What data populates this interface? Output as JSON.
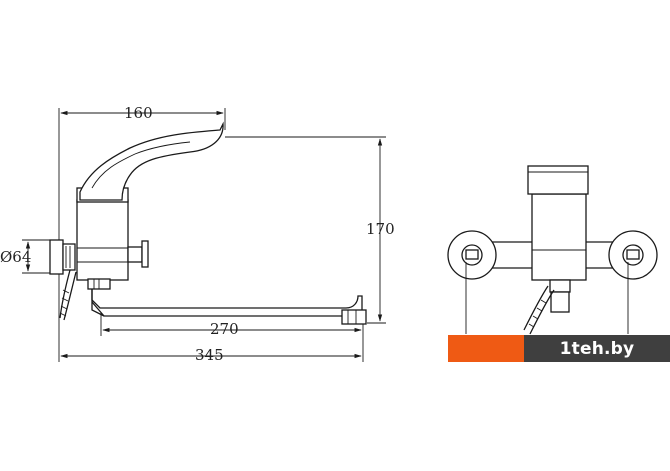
{
  "dimensions": {
    "handle_reach": "160",
    "height": "170",
    "spout_reach": "270",
    "overall_length": "345",
    "flange_diameter": "Ø64"
  },
  "logo": {
    "text": "1teh.by",
    "colors": {
      "orange": "#ef5a14",
      "dark": "#3f3f3f"
    }
  }
}
